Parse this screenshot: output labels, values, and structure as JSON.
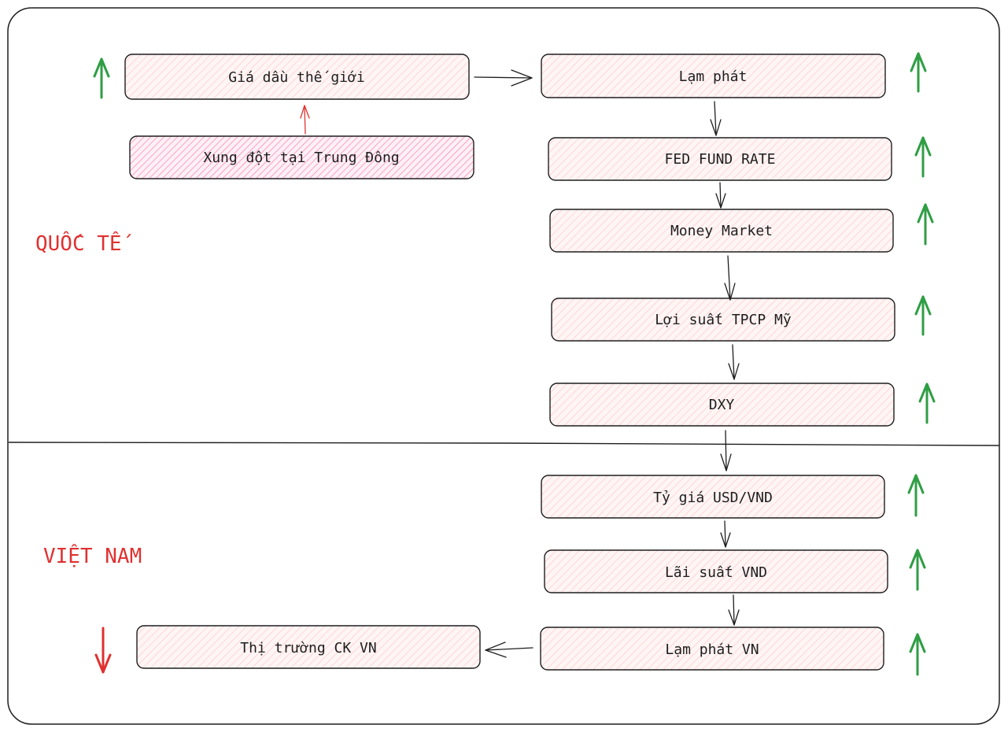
{
  "sections": {
    "international": "QUỐC TẾ",
    "vietnam": "VIỆT NAM"
  },
  "nodes": {
    "oil": "Giá dầu thế giới",
    "conflict": "Xung đột tại Trung Đông",
    "inflation": "Lạm phát",
    "fed": "FED FUND RATE",
    "money_market": "Money Market",
    "bond_yield": "Lợi suất TPCP Mỹ",
    "dxy": "DXY",
    "fx": "Tỷ giá USD/VND",
    "vnd_rate": "Lãi suất VND",
    "vn_inflation": "Lạm phát VN",
    "vn_stock": "Thị trường CK VN"
  },
  "trends": {
    "oil": "up",
    "inflation": "up",
    "fed": "up",
    "money_market": "up",
    "bond_yield": "up",
    "dxy": "up",
    "fx": "up",
    "vnd_rate": "up",
    "vn_inflation": "up",
    "vn_stock": "down"
  },
  "colors": {
    "up_arrow": "#2f9e44",
    "down_arrow": "#e03131",
    "box_fill": "#ffe3e3",
    "box_fill_strong": "#fcc2d7",
    "stroke": "#1e1e1e",
    "section_label": "#e03131"
  }
}
